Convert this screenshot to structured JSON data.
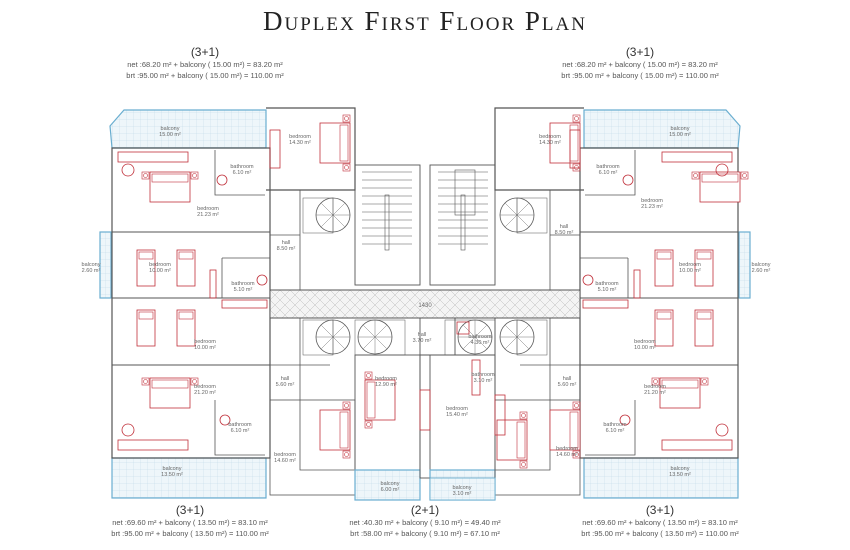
{
  "title": "Duplex First Floor Plan",
  "units": [
    {
      "type": "(3+1)",
      "net": "net  :68.20 m² + balcony ( 15.00 m²) =   83.20 m²",
      "brt": "brt  :95.00 m² + balcony ( 15.00 m²) = 110.00 m²"
    },
    {
      "type": "(3+1)",
      "net": "net  :68.20 m² + balcony ( 15.00 m²) =   83.20 m²",
      "brt": "brt  :95.00 m² + balcony ( 15.00 m²) = 110.00 m²"
    },
    {
      "type": "(3+1)",
      "net": "net  :69.60 m² + balcony ( 13.50 m²) =   83.10 m²",
      "brt": "brt  :95.00 m² + balcony ( 13.50 m²) = 110.00 m²"
    },
    {
      "type": "(2+1)",
      "net": "net  :40.30 m² + balcony ( 9.10 m²) =  49.40 m²",
      "brt": "brt  :58.00 m² + balcony ( 9.10 m²) = 67.10 m²"
    },
    {
      "type": "(3+1)",
      "net": "net  :69.60 m² + balcony ( 13.50 m²) =   83.10 m²",
      "brt": "brt  :95.00 m² + balcony ( 13.50 m²) = 110.00 m²"
    }
  ],
  "rooms": {
    "left": [
      {
        "name": "balcony",
        "area": "15.00 m²"
      },
      {
        "name": "bathroom",
        "area": "6.10 m²"
      },
      {
        "name": "bedroom",
        "area": "21.23 m²"
      },
      {
        "name": "bedroom",
        "area": "14.30 m²"
      },
      {
        "name": "hall",
        "area": "8.50 m²"
      },
      {
        "name": "bedroom",
        "area": "10.00 m²"
      },
      {
        "name": "bathroom",
        "area": "5.10 m²"
      },
      {
        "name": "bedroom",
        "area": "10.00 m²"
      },
      {
        "name": "bedroom",
        "area": "21.20 m²"
      },
      {
        "name": "bathroom",
        "area": "6.10 m²"
      },
      {
        "name": "balcony",
        "area": "13.50 m²"
      },
      {
        "name": "balcony",
        "area": "2.60 m²"
      },
      {
        "name": "hall",
        "area": "5.60 m²"
      },
      {
        "name": "bedroom",
        "area": "14.60 m²"
      }
    ],
    "center": [
      {
        "name": "hall",
        "area": "3.70 m²"
      },
      {
        "name": "bathroom",
        "area": "4.30 m²"
      },
      {
        "name": "bedroom",
        "area": "12.90 m²"
      },
      {
        "name": "bathroom",
        "area": "3.10 m²"
      },
      {
        "name": "bedroom",
        "area": "15.40 m²"
      },
      {
        "name": "balcony",
        "area": "6.00 m²"
      },
      {
        "name": "balcony",
        "area": "3.10 m²"
      }
    ],
    "corridor_length": "1430"
  },
  "colors": {
    "wall": "#555555",
    "furniture": "#c0303a",
    "balcony": "#6aaed0",
    "balcony_fill": "#eef6fa"
  }
}
